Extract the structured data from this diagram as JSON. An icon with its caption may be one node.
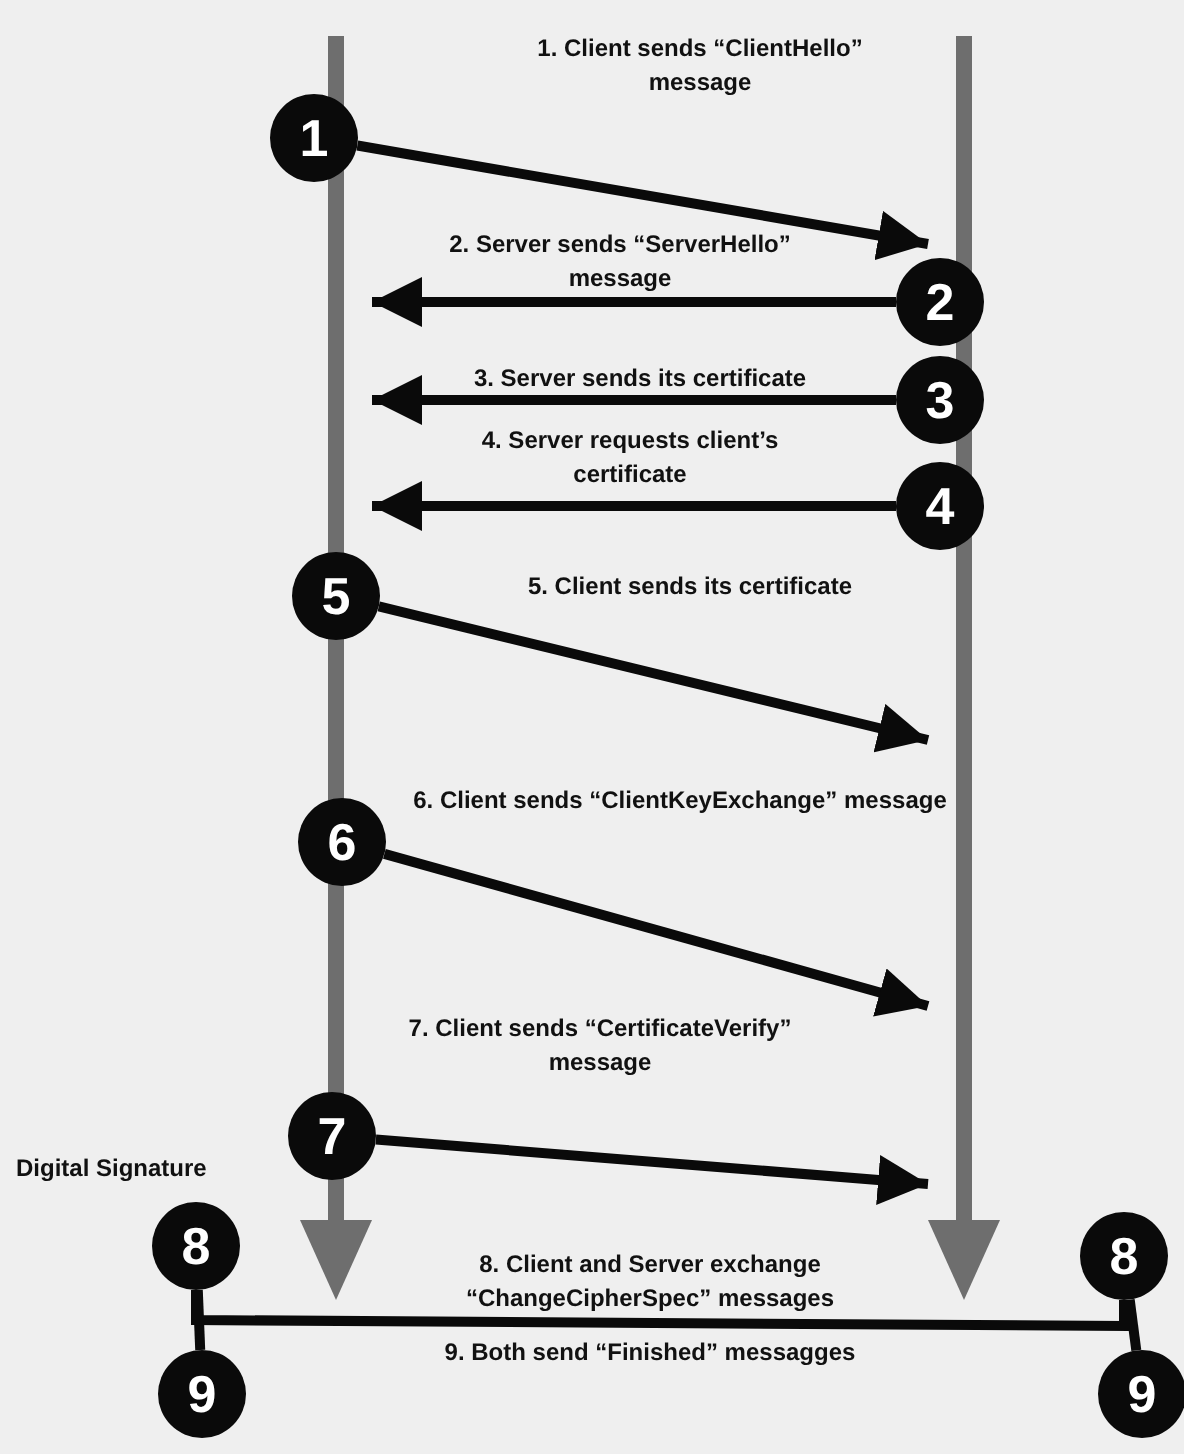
{
  "diagram": {
    "nodes": [
      {
        "text": [],
        "shape": "bar"
      },
      {
        "text": [],
        "shape": "bar"
      },
      {
        "text": [
          "1"
        ]
      },
      {
        "text": [
          "2"
        ]
      },
      {
        "text": [
          "3"
        ]
      },
      {
        "text": [
          "4"
        ]
      },
      {
        "text": [
          "5"
        ]
      },
      {
        "text": [
          "6"
        ]
      },
      {
        "text": [
          "7"
        ]
      },
      {
        "text": [
          "8"
        ]
      },
      {
        "text": [
          "9"
        ]
      },
      {
        "text": [
          "8"
        ]
      },
      {
        "text": [
          "9"
        ]
      }
    ],
    "edges": [
      {
        "from": 2,
        "to": 1,
        "arrow": "to",
        "label": "1. Client sends “ClientHello” message"
      },
      {
        "from": 3,
        "to": 0,
        "arrow": "to",
        "label": "2. Server sends “ServerHello” message"
      },
      {
        "from": 4,
        "to": 0,
        "arrow": "to",
        "label": "3. Server sends its certificate"
      },
      {
        "from": 5,
        "to": 0,
        "arrow": "to",
        "label": "4. Server requests client’s certificate"
      },
      {
        "from": 6,
        "to": 1,
        "arrow": "to",
        "label": "5. Client sends its certificate"
      },
      {
        "from": 7,
        "to": 1,
        "arrow": "to",
        "label": "6. Client sends “ClientKeyExchange” message"
      },
      {
        "from": 8,
        "to": 1,
        "arrow": "to",
        "label": "7. Client sends “CertificateVerify” message"
      },
      {
        "from": 9,
        "to": 10,
        "arrow": "none"
      },
      {
        "from": 11,
        "to": 12,
        "arrow": "none"
      },
      {
        "from": 9,
        "to": 11,
        "arrow": "none"
      }
    ],
    "labels": [
      "Digital Signature",
      "8. Client and Server exchange “ChangeCipherSpec” messages",
      "9. Both send “Finished” messagges"
    ]
  }
}
